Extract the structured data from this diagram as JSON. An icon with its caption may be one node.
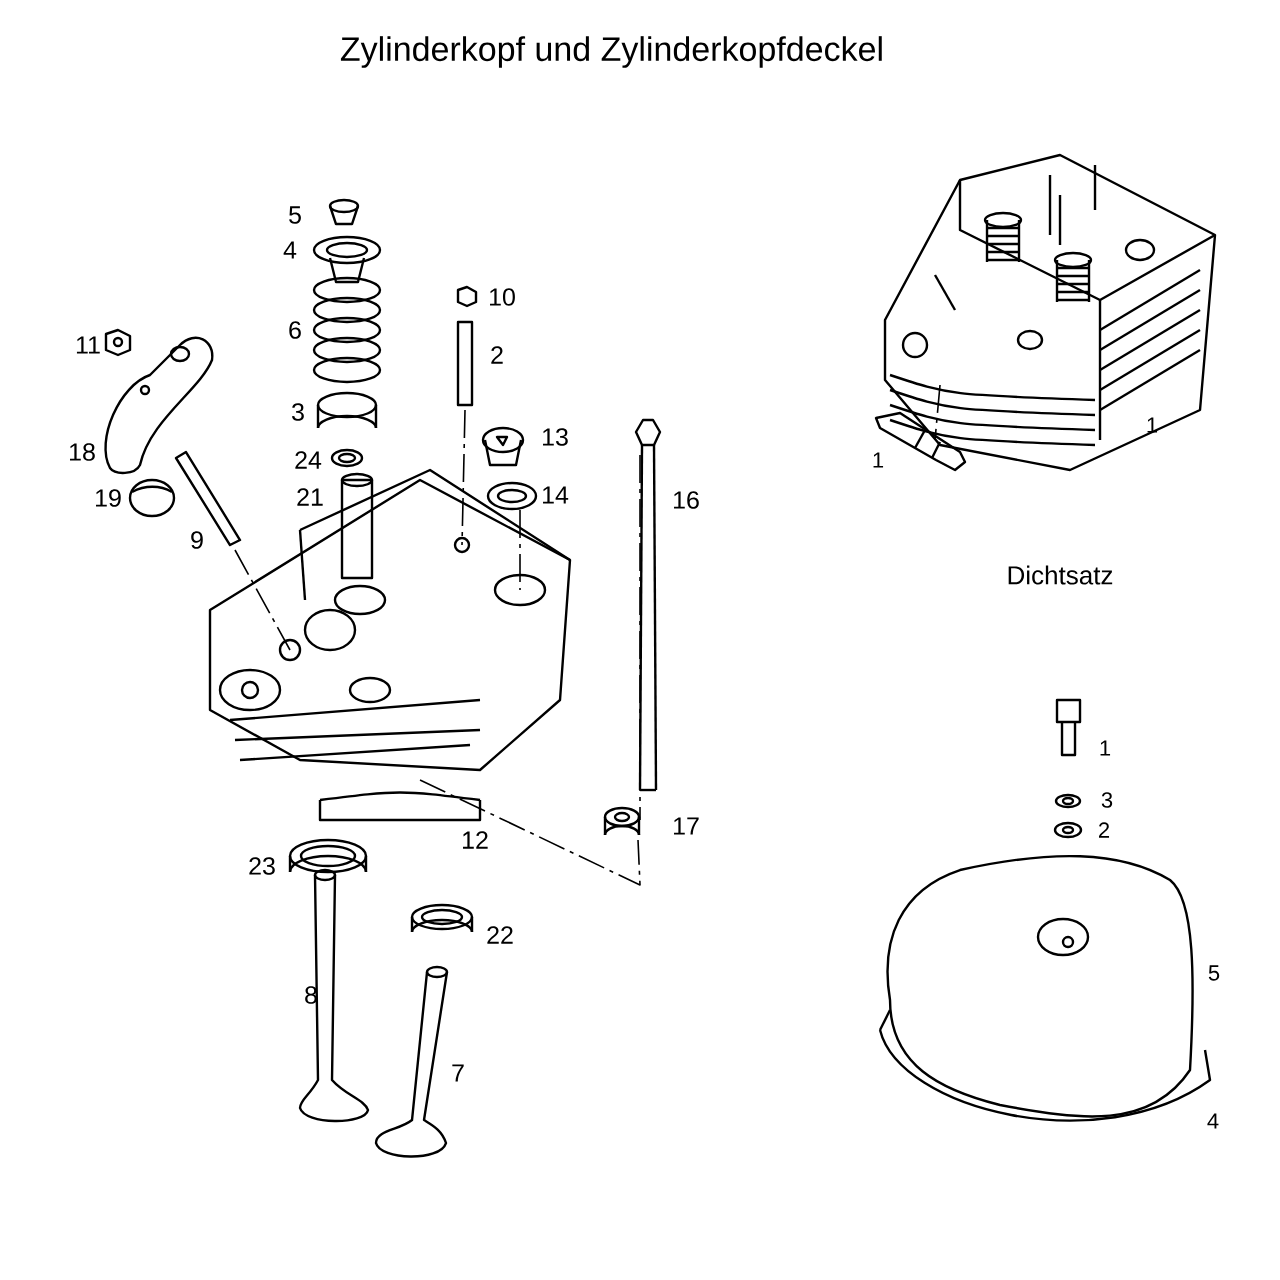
{
  "diagram": {
    "title": "Zylinderkopf und Zylinderkopfdeckel",
    "labels": [
      "5",
      "4",
      "10",
      "6",
      "11",
      "2",
      "3",
      "13",
      "18",
      "1",
      "24",
      "1",
      "19",
      "21",
      "14",
      "16",
      "9",
      "Dichtsatz",
      "1",
      "3",
      "12",
      "17",
      "2",
      "23",
      "22",
      "5",
      "8",
      "7",
      "4"
    ]
  }
}
